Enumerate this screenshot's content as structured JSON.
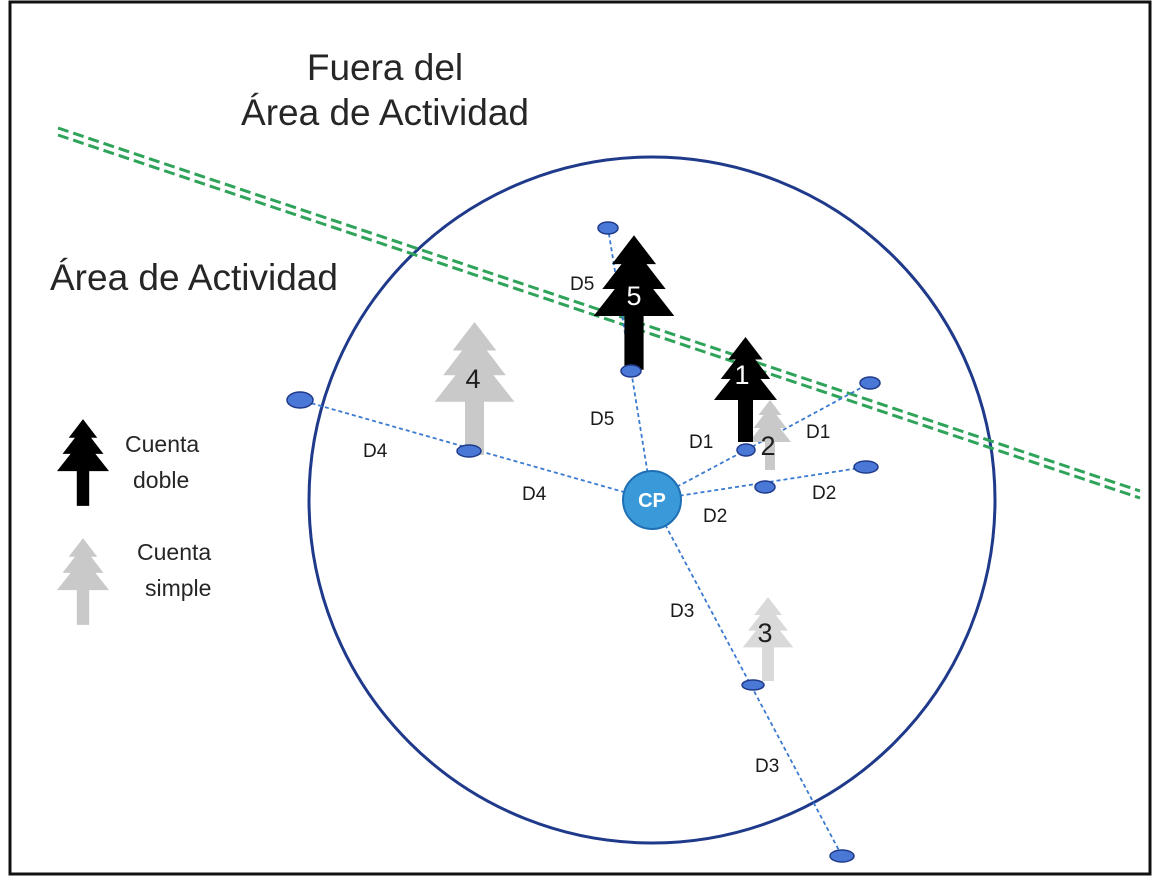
{
  "labels": {
    "outside_line1": "Fuera del",
    "outside_line2": "Área de Actividad",
    "inside": "Área de Actividad",
    "center": "CP"
  },
  "legend": {
    "double_line1": "Cuenta",
    "double_line2": "doble",
    "single_line1": "Cuenta",
    "single_line2": "simple"
  },
  "trees": [
    {
      "id": "1",
      "count": "doble"
    },
    {
      "id": "2",
      "count": "simple"
    },
    {
      "id": "3",
      "count": "simple"
    },
    {
      "id": "4",
      "count": "simple"
    },
    {
      "id": "5",
      "count": "doble"
    }
  ],
  "distances": {
    "d1": "D1",
    "d2": "D2",
    "d3": "D3",
    "d4": "D4",
    "d5": "D5"
  },
  "colors": {
    "circle": "#1f3a8a",
    "boundary": "#2fa35a",
    "center": "#3a9ad9",
    "stake": "#4a78d6",
    "tree_double": "#000000",
    "tree_single": "#c9c9c9",
    "tree_single_light": "#d9d9d9"
  }
}
